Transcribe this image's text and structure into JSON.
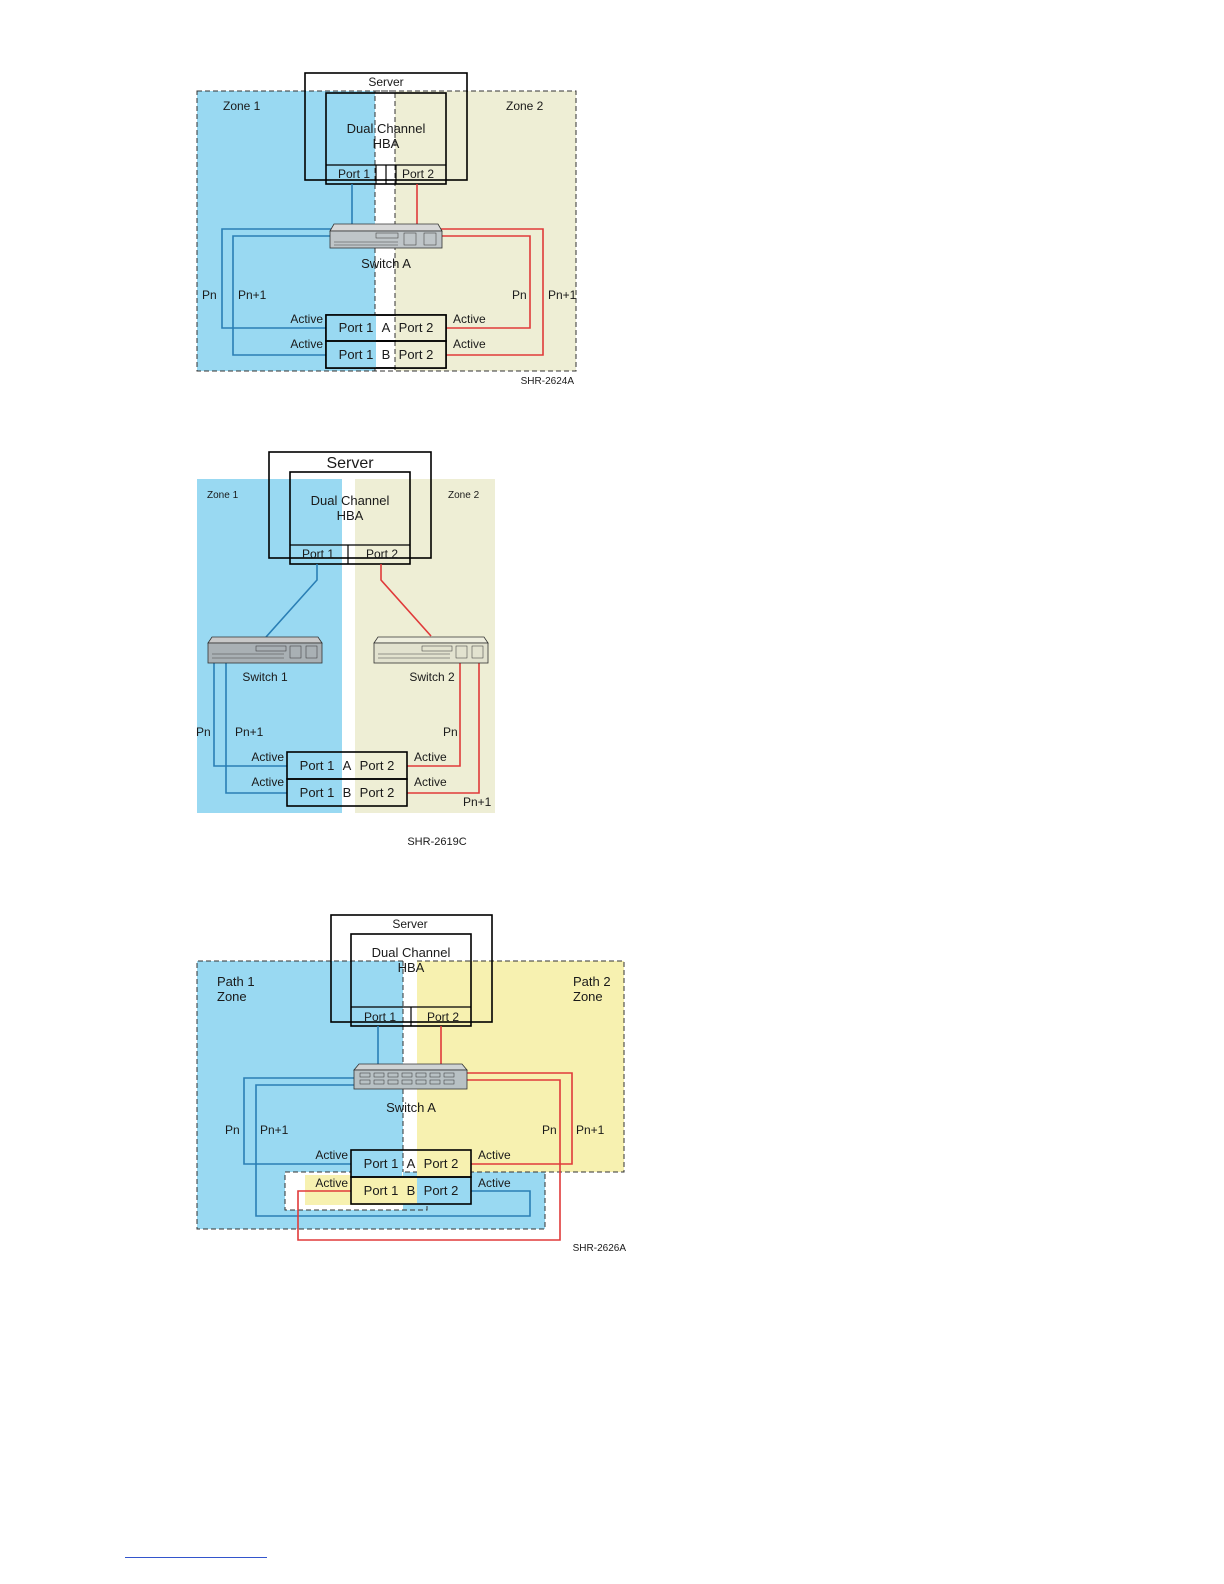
{
  "diagram1": {
    "server": "Server",
    "hba_line1": "Dual Channel",
    "hba_line2": "HBA",
    "hba_port1": "Port 1",
    "hba_port2": "Port 2",
    "zone1": "Zone 1",
    "zone2": "Zone 2",
    "switch": "Switch A",
    "pn_left": "Pn",
    "pn1_left": "Pn+1",
    "pn_right": "Pn",
    "pn1_right": "Pn+1",
    "active_a_left": "Active",
    "active_b_left": "Active",
    "active_a_right": "Active",
    "active_b_right": "Active",
    "ctrl_a_port1": "Port 1",
    "ctrl_a_name": "A",
    "ctrl_a_port2": "Port 2",
    "ctrl_b_port1": "Port 1",
    "ctrl_b_name": "B",
    "ctrl_b_port2": "Port 2",
    "figure_id": "SHR-2624A"
  },
  "diagram2": {
    "server": "Server",
    "hba_line1": "Dual Channel",
    "hba_line2": "HBA",
    "hba_port1": "Port 1",
    "hba_port2": "Port 2",
    "zone1": "Zone 1",
    "zone2": "Zone 2",
    "switch1": "Switch 1",
    "switch2": "Switch 2",
    "pn_left": "Pn",
    "pn1_left": "Pn+1",
    "pn_right": "Pn",
    "pn1_right": "Pn+1",
    "active_a_left": "Active",
    "active_b_left": "Active",
    "active_a_right": "Active",
    "active_b_right": "Active",
    "ctrl_a_port1": "Port 1",
    "ctrl_a_name": "A",
    "ctrl_a_port2": "Port 2",
    "ctrl_b_port1": "Port 1",
    "ctrl_b_name": "B",
    "ctrl_b_port2": "Port 2",
    "figure_id": "SHR-2619C"
  },
  "diagram3": {
    "server": "Server",
    "hba_line1": "Dual Channel",
    "hba_line2": "HBA",
    "hba_port1": "Port 1",
    "hba_port2": "Port 2",
    "zone1_line1": "Path 1",
    "zone1_line2": "Zone",
    "zone2_line1": "Path 2",
    "zone2_line2": "Zone",
    "switch": "Switch A",
    "pn_left": "Pn",
    "pn1_left": "Pn+1",
    "pn_right": "Pn",
    "pn1_right": "Pn+1",
    "active_a_left": "Active",
    "active_b_left": "Active",
    "active_a_right": "Active",
    "active_b_right": "Active",
    "ctrl_a_port1": "Port 1",
    "ctrl_a_name": "A",
    "ctrl_a_port2": "Port 2",
    "ctrl_b_port1": "Port 1",
    "ctrl_b_name": "B",
    "ctrl_b_port2": "Port 2",
    "figure_id": "SHR-2626A"
  },
  "colors": {
    "zone_blue": "#99d9f2",
    "zone_tan": "#eeeed5",
    "zone_yellow": "#f7f1b0",
    "cable_blue": "#2a7fb5",
    "cable_red": "#e03a3a"
  }
}
